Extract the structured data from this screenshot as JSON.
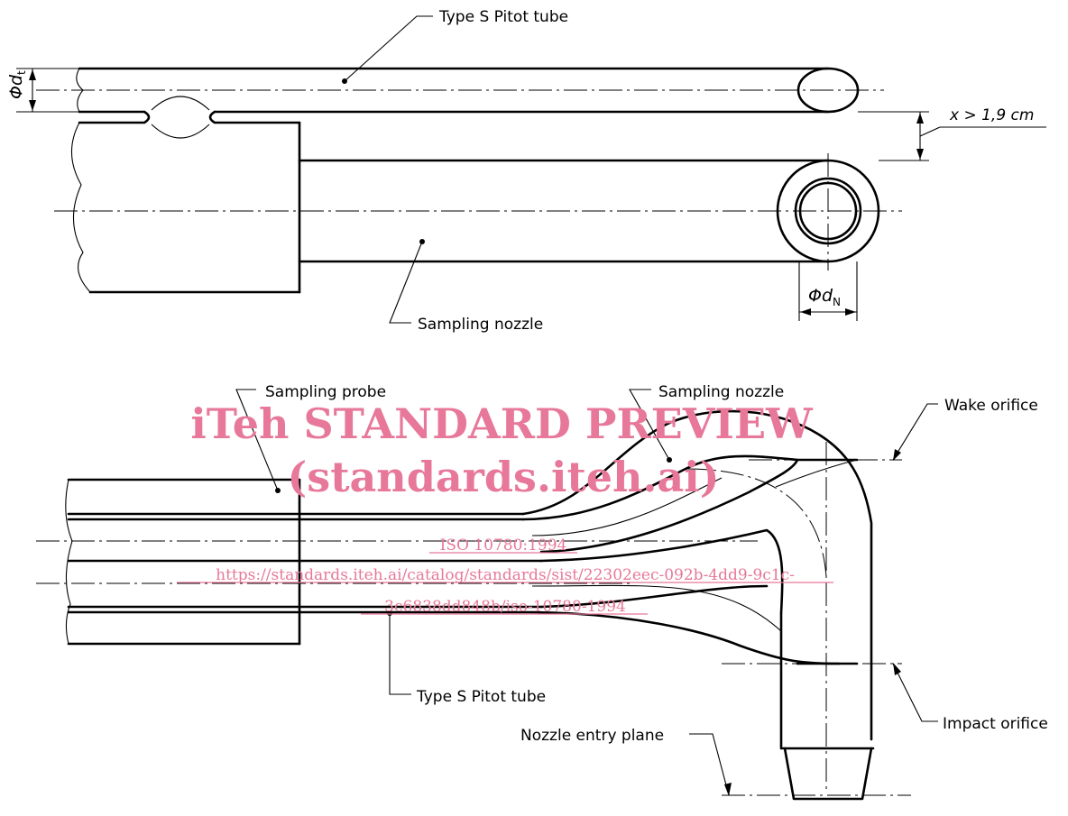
{
  "top_view": {
    "pitot_label": "Type S Pitot tube",
    "nozzle_label": "Sampling nozzle",
    "dim_dt_symbol": "Φd",
    "dim_dt_sub": "t",
    "dim_dn_symbol": "Φd",
    "dim_dn_sub": "N",
    "spacing_label": "x > 1,9 cm"
  },
  "side_view": {
    "probe_label": "Sampling probe",
    "nozzle_label": "Sampling nozzle",
    "wake_label": "Wake orifice",
    "pitot_label": "Type S Pitot tube",
    "impact_label": "Impact orifice",
    "entry_plane_label": "Nozzle entry plane"
  },
  "watermark": {
    "title": "iTeh STANDARD PREVIEW",
    "subtitle": "(standards.iteh.ai)",
    "iso": "ISO 10780:1994",
    "url_line1": "https://standards.iteh.ai/catalog/standards/sist/22302eec-092b-4dd9-9c1c-",
    "url_line2": "3c6838dd848b/iso-10780-1994"
  }
}
